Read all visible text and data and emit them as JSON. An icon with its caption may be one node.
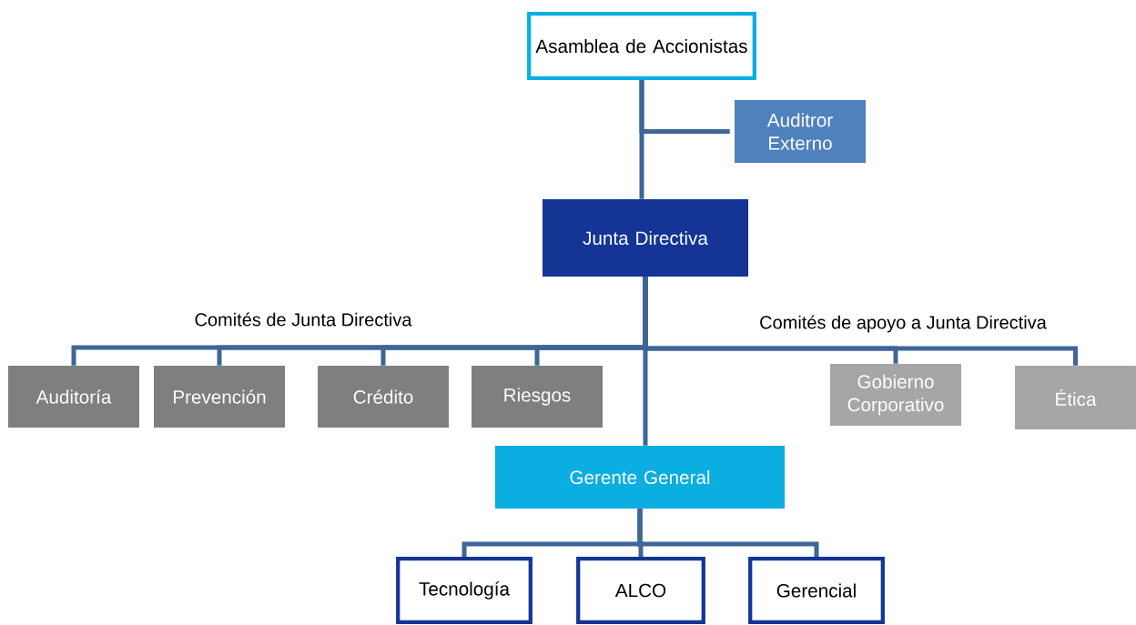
{
  "diagram": {
    "nodes": [
      {
        "text": [
          "Asamblea de Accionistas"
        ]
      },
      {
        "text": [
          "Auditror Externo"
        ]
      },
      {
        "text": [
          "Junta Directiva"
        ]
      },
      {
        "text": [
          "Auditoría"
        ]
      },
      {
        "text": [
          "Prevención"
        ]
      },
      {
        "text": [
          "Crédito"
        ]
      },
      {
        "text": [
          "Riesgos"
        ]
      },
      {
        "text": [
          "Gobierno Corporativo"
        ]
      },
      {
        "text": [
          "Ética"
        ]
      },
      {
        "text": [
          "Gerente General"
        ]
      },
      {
        "text": [
          "Tecnología"
        ]
      },
      {
        "text": [
          "ALCO"
        ]
      },
      {
        "text": [
          "Gerencial"
        ]
      }
    ],
    "edges": [
      {
        "from": 0,
        "to": 1,
        "arrow": "none"
      },
      {
        "from": 0,
        "to": 2,
        "arrow": "none"
      },
      {
        "from": 2,
        "to": 3,
        "arrow": "none"
      },
      {
        "from": 2,
        "to": 4,
        "arrow": "none"
      },
      {
        "from": 2,
        "to": 5,
        "arrow": "none"
      },
      {
        "from": 2,
        "to": 6,
        "arrow": "none"
      },
      {
        "from": 2,
        "to": 7,
        "arrow": "none"
      },
      {
        "from": 2,
        "to": 8,
        "arrow": "none"
      },
      {
        "from": 2,
        "to": 9,
        "arrow": "none"
      },
      {
        "from": 9,
        "to": 10,
        "arrow": "none"
      },
      {
        "from": 9,
        "to": 11,
        "arrow": "none"
      },
      {
        "from": 9,
        "to": 12,
        "arrow": "none"
      }
    ],
    "labels": [
      "Comités de Junta Directiva",
      "Comités de apoyo a Junta Directiva"
    ]
  }
}
